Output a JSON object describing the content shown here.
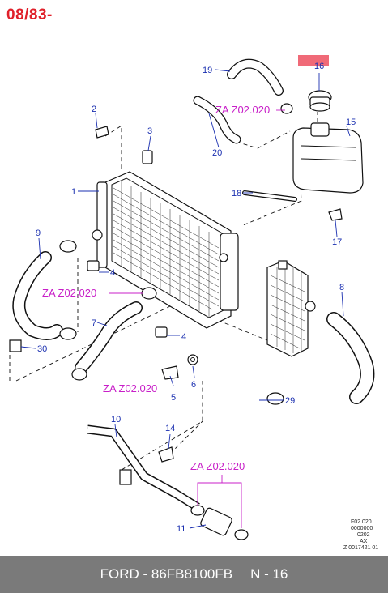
{
  "header": {
    "code": "08/83-"
  },
  "callouts": {
    "n1": "1",
    "n2": "2",
    "n3": "3",
    "n4a": "4",
    "n4b": "4",
    "n5": "5",
    "n6": "6",
    "n7": "7",
    "n8": "8",
    "n9": "9",
    "n10": "10",
    "n11": "11",
    "n14": "14",
    "n15": "15",
    "n16": "16",
    "n17": "17",
    "n18": "18",
    "n19": "19",
    "n20": "20",
    "n29": "29",
    "n30": "30"
  },
  "za_labels": {
    "top": "ZA Z02.020",
    "left": "ZA Z02.020",
    "middle": "ZA Z02.020",
    "bottom": "ZA Z02.020"
  },
  "ref_block": [
    "F02.020",
    "0000000",
    "0202",
    "AX",
    "Z 0017421 01"
  ],
  "footer": {
    "part": "FORD - 86FB8100FB",
    "page": "N - 16"
  },
  "colors": {
    "header": "#e0202a",
    "callout": "#1a2fb0",
    "za": "#c81fc8",
    "highlight": "#f06a78",
    "footer_bg": "#7a7a7a"
  }
}
